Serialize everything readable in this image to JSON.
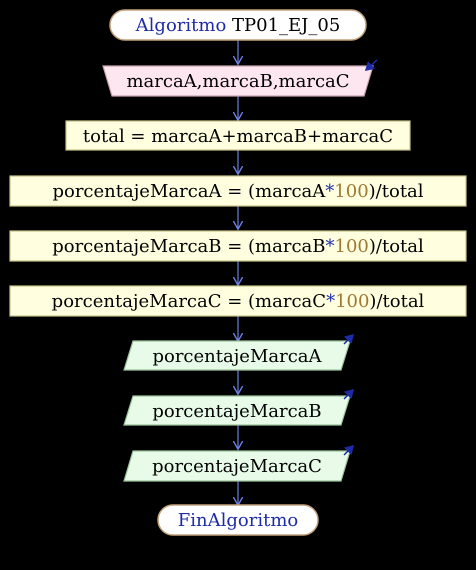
{
  "colors": {
    "background": "#000000",
    "line": "#6b7fe0",
    "keyword": "#1d2ca6",
    "text": "#000000",
    "number": "#a07a35",
    "terminal_fill": "#ffffff",
    "terminal_stroke": "#c4a27a",
    "input_fill": "#fde6ef",
    "input_stroke": "#c9a2ad",
    "process_fill": "#ffffe0",
    "process_stroke": "#c8c28a",
    "output_fill": "#e8fbe8",
    "output_stroke": "#9cc39c",
    "io_arrow": "#1d2ca6"
  },
  "diagram": {
    "start": {
      "keyword": "Algoritmo",
      "name": " TP01_EJ_05"
    },
    "input": {
      "text": "marcaA,marcaB,marcaC"
    },
    "total": {
      "text": "total = marcaA+marcaB+marcaC"
    },
    "percent_a": {
      "pre": "porcentajeMarcaA = (marcaA",
      "op": "*",
      "num": "100",
      "post": ")/total"
    },
    "percent_b": {
      "pre": "porcentajeMarcaB = (marcaB",
      "op": "*",
      "num": "100",
      "post": ")/total"
    },
    "percent_c": {
      "pre": "porcentajeMarcaC = (marcaC",
      "op": "*",
      "num": "100",
      "post": ")/total"
    },
    "output_a": {
      "text": "porcentajeMarcaA"
    },
    "output_b": {
      "text": "porcentajeMarcaB"
    },
    "output_c": {
      "text": "porcentajeMarcaC"
    },
    "end": {
      "keyword": "FinAlgoritmo"
    }
  }
}
